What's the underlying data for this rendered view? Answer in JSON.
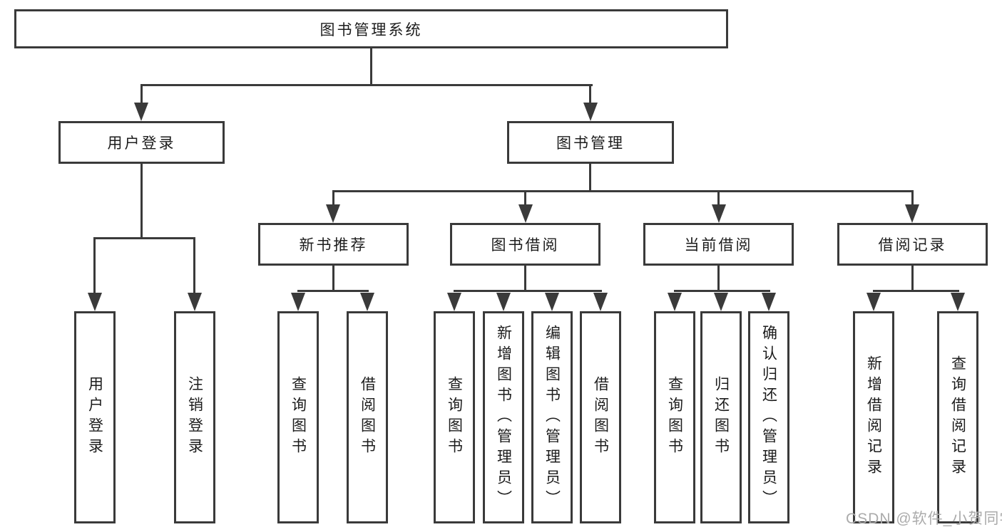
{
  "title": "图书管理系统",
  "nodes": {
    "root": "图书管理系统",
    "user_login": "用户登录",
    "book_mgmt": "图书管理",
    "new_books": "新书推荐",
    "book_borrow": "图书借阅",
    "current_borrow": "当前借阅",
    "borrow_records": "借阅记录",
    "leaf_user_login": "用户登录",
    "leaf_logout": "注销登录",
    "leaf_nb_query": "查询图书",
    "leaf_nb_borrow": "借阅图书",
    "leaf_bb_query": "查询图书",
    "leaf_bb_add": "新增图书（管理员）",
    "leaf_bb_edit": "编辑图书（管理员）",
    "leaf_bb_borrow": "借阅图书",
    "leaf_cb_query": "查询图书",
    "leaf_cb_return": "归还图书",
    "leaf_cb_confirm": "确认归还（管理员）",
    "leaf_br_add": "新增借阅记录",
    "leaf_br_query": "查询借阅记录"
  },
  "colors": {
    "line": "#3a3a3a",
    "text": "#1c1c1c",
    "background": "#ffffff",
    "watermark": "#ababab"
  },
  "watermark": "CSDN @软件_小贺同学"
}
